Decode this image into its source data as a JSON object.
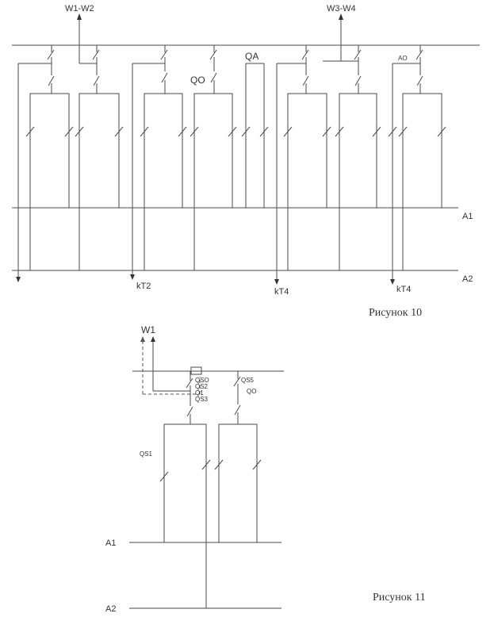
{
  "fig10": {
    "feeder_left": "W1-W2",
    "feeder_right": "W3-W4",
    "qo_label": "QO",
    "qa_label": "QA",
    "ao_label": "AO",
    "bus1_label": "A1",
    "bus2_label": "A2",
    "kt_labels": [
      "kT2",
      "kT4",
      "kT4"
    ],
    "caption": "Рисунок 10"
  },
  "fig11": {
    "feeder": "W1",
    "switch_labels": [
      "QSO",
      "QS2",
      "Q1",
      "QS3"
    ],
    "qs5_label": "QS5",
    "qo_label": "QO",
    "qs1_label": "QS1",
    "bus1_label": "A1",
    "bus2_label": "A2",
    "caption": "Рисунок 11"
  }
}
